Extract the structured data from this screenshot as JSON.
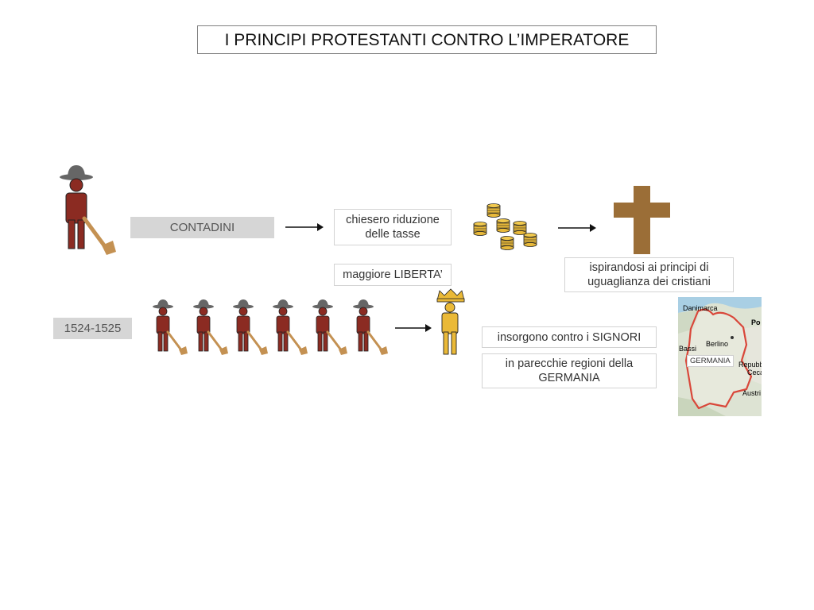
{
  "title": "I PRINCIPI PROTESTANTI CONTRO L’IMPERATORE",
  "labels": {
    "contadini": "CONTADINI",
    "years": "1524-1525"
  },
  "boxes": {
    "demand_tax": "chiesero riduzione delle tasse",
    "demand_freedom": "maggiore LIBERTA’",
    "inspiration": "ispirandosi ai principi di uguaglianza dei cristiani",
    "revolt": "insorgono contro i SIGNORI",
    "regions": "in parecchie regioni della GERMANIA"
  },
  "map": {
    "labels": [
      "Danimarca",
      "Po",
      "Berlino",
      "Bassi",
      "Repubb",
      "Ceca",
      "Austri"
    ],
    "country_label": "GERMANIA"
  },
  "colors": {
    "peasant": "#8b2b22",
    "hat": "#666666",
    "tool": "#c49152",
    "coin": "#e8b93a",
    "cross": "#9b6e37",
    "lord": "#eab937",
    "border": "#d9473a"
  },
  "icons": [
    "peasant-icon",
    "coins-icon",
    "cross-icon",
    "lord-icon",
    "arrow-icon"
  ]
}
